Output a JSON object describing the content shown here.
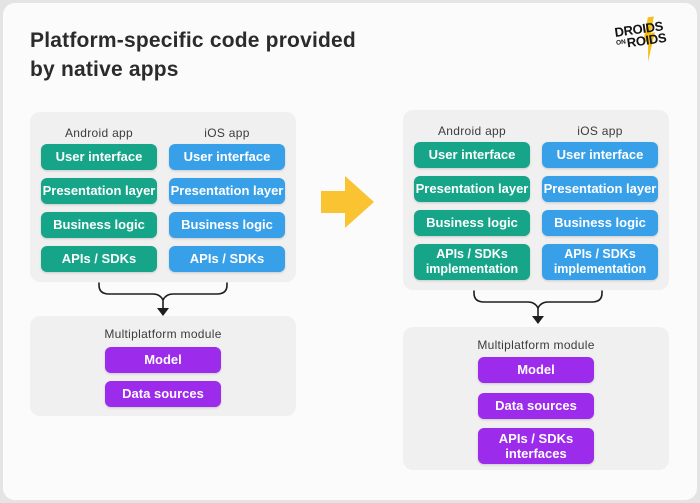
{
  "header": {
    "title_line1": "Platform-specific code provided",
    "title_line2": "by native apps"
  },
  "logo": {
    "line1": "DROIDS",
    "on_word": "ON",
    "line2": "ROIDS",
    "bolt_icon": "lightning-bolt"
  },
  "colors": {
    "android": "#17A58A",
    "ios": "#38A0E9",
    "shared": "#9C2BEB",
    "arrow": "#F9C331",
    "panel-bg": "#F0F0F0",
    "card-bg": "#FBFBFB",
    "page-bg": "#E4E4E4",
    "text-dark": "#2B2B2B",
    "text-label": "#3C3C3C",
    "connector": "#1E1E1E"
  },
  "before": {
    "app_panel": {
      "columns": [
        {
          "name": "Android app",
          "layers": [
            "User interface",
            "Presentation layer",
            "Business logic",
            "APIs / SDKs"
          ]
        },
        {
          "name": "iOS app",
          "layers": [
            "User interface",
            "Presentation layer",
            "Business logic",
            "APIs / SDKs"
          ]
        }
      ]
    },
    "module_panel": {
      "title": "Multiplatform module",
      "blocks": [
        "Model",
        "Data sources"
      ]
    }
  },
  "after": {
    "app_panel": {
      "columns": [
        {
          "name": "Android app",
          "layers": [
            "User interface",
            "Presentation layer",
            "Business logic",
            "APIs / SDKs implementation"
          ]
        },
        {
          "name": "iOS app",
          "layers": [
            "User interface",
            "Presentation layer",
            "Business logic",
            "APIs / SDKs implementation"
          ]
        }
      ]
    },
    "module_panel": {
      "title": "Multiplatform module",
      "blocks": [
        "Model",
        "Data sources",
        "APIs / SDKs interfaces"
      ]
    }
  }
}
